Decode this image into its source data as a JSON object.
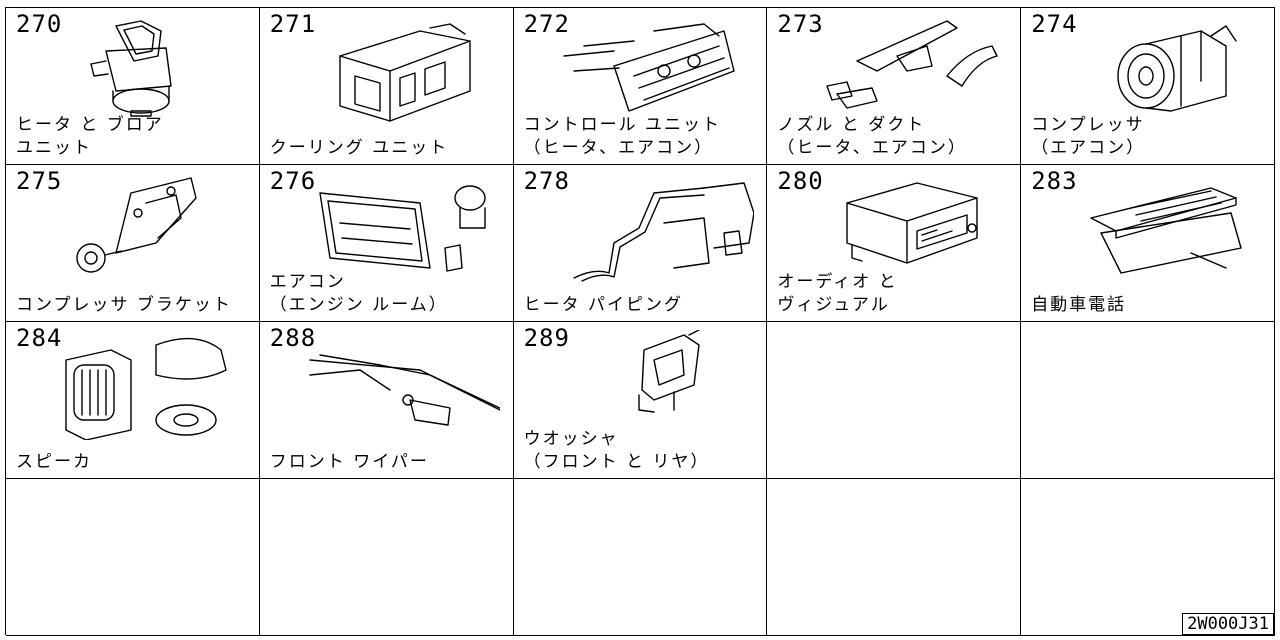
{
  "cells": [
    {
      "num": "270",
      "label": "ヒータ と ブロア\nユニット",
      "icon": "heater-blower-unit-icon"
    },
    {
      "num": "271",
      "label": "クーリング ユニット",
      "icon": "cooling-unit-icon"
    },
    {
      "num": "272",
      "label": "コントロール ユニット\n（ヒータ、エアコン）",
      "icon": "control-unit-icon"
    },
    {
      "num": "273",
      "label": "ノズル と ダクト\n（ヒータ、エアコン）",
      "icon": "nozzle-duct-icon"
    },
    {
      "num": "274",
      "label": "コンプレッサ\n（エアコン）",
      "icon": "compressor-icon"
    },
    {
      "num": "275",
      "label": "コンプレッサ ブラケット",
      "icon": "compressor-bracket-icon"
    },
    {
      "num": "276",
      "label": "エアコン\n（エンジン ルーム）",
      "icon": "aircon-engine-room-icon"
    },
    {
      "num": "278",
      "label": "ヒータ パイピング",
      "icon": "heater-piping-icon"
    },
    {
      "num": "280",
      "label": "オーディオ と\nヴィジュアル",
      "icon": "audio-visual-icon"
    },
    {
      "num": "283",
      "label": "自動車電話",
      "icon": "car-phone-icon"
    },
    {
      "num": "284",
      "label": "スピーカ",
      "icon": "speaker-icon"
    },
    {
      "num": "288",
      "label": "フロント ワイパー",
      "icon": "front-wiper-icon"
    },
    {
      "num": "289",
      "label": "ウオッシャ\n（フロント と リヤ）",
      "icon": "washer-icon"
    }
  ],
  "empty_cells": 7,
  "diagram_code": "2W000J31"
}
